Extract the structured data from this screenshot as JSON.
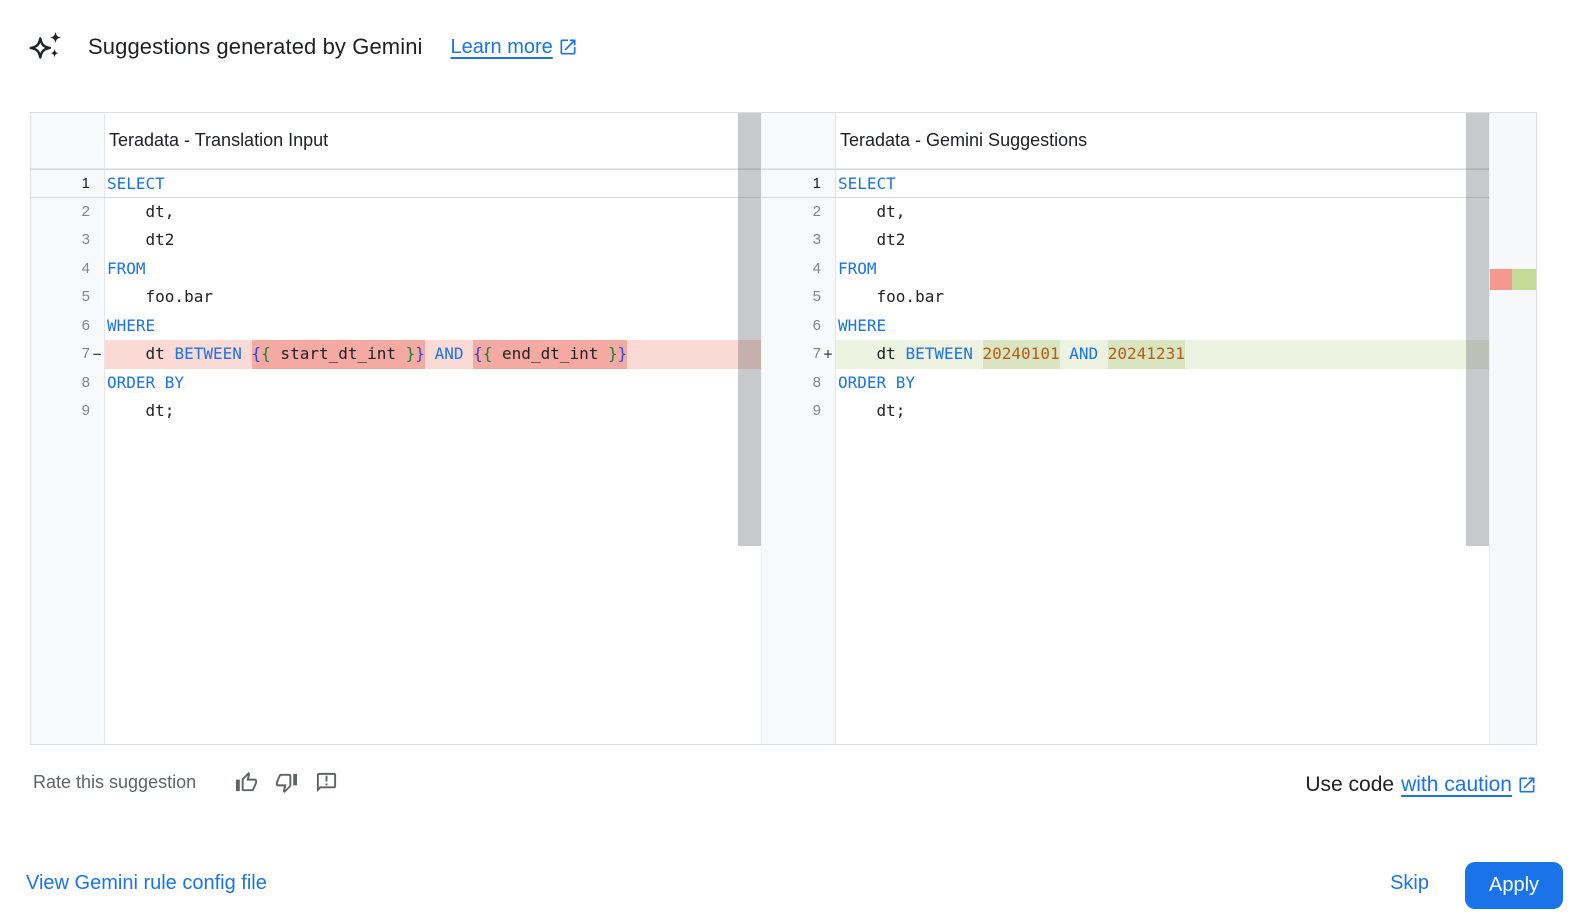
{
  "header": {
    "title": "Suggestions generated by Gemini",
    "learn_more_label": "Learn more"
  },
  "panels": [
    {
      "title": "Teradata - Translation Input",
      "lines": [
        {
          "n": "1",
          "active": true,
          "segs": [
            [
              "SELECT",
              "kw"
            ]
          ]
        },
        {
          "n": "2",
          "segs": [
            [
              "    dt,",
              "pl"
            ]
          ]
        },
        {
          "n": "3",
          "segs": [
            [
              "    dt2",
              "pl"
            ]
          ]
        },
        {
          "n": "4",
          "segs": [
            [
              "FROM",
              "kw"
            ]
          ]
        },
        {
          "n": "5",
          "segs": [
            [
              "    foo.bar",
              "pl"
            ]
          ]
        },
        {
          "n": "6",
          "segs": [
            [
              "WHERE",
              "kw"
            ]
          ]
        },
        {
          "n": "7",
          "marker": "−",
          "row": "del",
          "segs": [
            [
              "    dt ",
              "pl"
            ],
            [
              "BETWEEN",
              "kw"
            ],
            [
              " ",
              "pl"
            ],
            [
              "{",
              "bo",
              "tok"
            ],
            [
              "{",
              "bi",
              "tok"
            ],
            [
              " start_dt_int ",
              "pl",
              "tok"
            ],
            [
              "}",
              "bi",
              "tok"
            ],
            [
              "}",
              "bo",
              "tok"
            ],
            [
              " ",
              "pl"
            ],
            [
              "AND",
              "kw"
            ],
            [
              " ",
              "pl"
            ],
            [
              "{",
              "bo",
              "tok"
            ],
            [
              "{",
              "bi",
              "tok"
            ],
            [
              " end_dt_int ",
              "pl",
              "tok"
            ],
            [
              "}",
              "bi",
              "tok"
            ],
            [
              "}",
              "bo",
              "tok"
            ]
          ]
        },
        {
          "n": "8",
          "segs": [
            [
              "ORDER BY",
              "kw"
            ]
          ]
        },
        {
          "n": "9",
          "segs": [
            [
              "    dt;",
              "pl"
            ]
          ]
        }
      ],
      "has_scrollbar": true,
      "has_ruler": false
    },
    {
      "title": "Teradata - Gemini Suggestions",
      "lines": [
        {
          "n": "1",
          "active": true,
          "segs": [
            [
              "SELECT",
              "kw"
            ]
          ]
        },
        {
          "n": "2",
          "segs": [
            [
              "    dt,",
              "pl"
            ]
          ]
        },
        {
          "n": "3",
          "segs": [
            [
              "    dt2",
              "pl"
            ]
          ]
        },
        {
          "n": "4",
          "segs": [
            [
              "FROM",
              "kw"
            ]
          ]
        },
        {
          "n": "5",
          "segs": [
            [
              "    foo.bar",
              "pl"
            ]
          ]
        },
        {
          "n": "6",
          "segs": [
            [
              "WHERE",
              "kw"
            ]
          ]
        },
        {
          "n": "7",
          "marker": "+",
          "row": "add",
          "segs": [
            [
              "    dt ",
              "pl"
            ],
            [
              "BETWEEN",
              "kw"
            ],
            [
              " ",
              "pl"
            ],
            [
              "20240101",
              "num",
              "tok"
            ],
            [
              " ",
              "pl"
            ],
            [
              "AND",
              "kw"
            ],
            [
              " ",
              "pl"
            ],
            [
              "20241231",
              "num",
              "tok"
            ]
          ]
        },
        {
          "n": "8",
          "segs": [
            [
              "ORDER BY",
              "kw"
            ]
          ]
        },
        {
          "n": "9",
          "segs": [
            [
              "    dt;",
              "pl"
            ]
          ]
        }
      ],
      "has_scrollbar": true,
      "has_ruler": true
    }
  ],
  "footer": {
    "rate_label": "Rate this suggestion",
    "rate_icons": [
      "thumb-up-icon",
      "thumb-down-icon",
      "feedback-icon"
    ],
    "use_code_prefix": "Use code",
    "use_code_link": "with caution"
  },
  "actions": {
    "view_config_label": "View Gemini rule config file",
    "skip_label": "Skip",
    "apply_label": "Apply"
  },
  "colors": {
    "link_blue": "#1a73e8",
    "keyword_blue": "#1a73e8",
    "brace_outer_blue": "#3344d0",
    "brace_inner_green": "#188038",
    "number_literal": "#b85c15",
    "del_row_bg": "#fbd9d5",
    "del_token_bg": "#f5a9a3",
    "add_row_bg": "#edf2e1",
    "add_token_bg": "#d9e5c1",
    "ruler_del": "#f59890",
    "ruler_add": "#c6da97",
    "apply_button_bg": "#1a73e8",
    "text_primary": "#202124",
    "text_secondary": "#5f6368",
    "line_number": "#80868b"
  }
}
